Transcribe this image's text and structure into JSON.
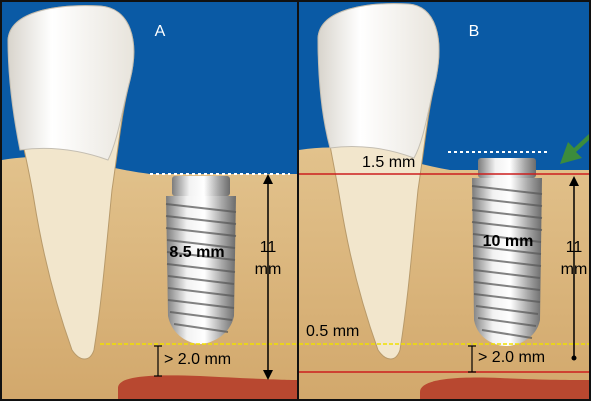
{
  "panels": [
    {
      "letter": "A",
      "implant_length": "8.5 mm",
      "bone_height_top": "11",
      "bone_height_bottom": "mm",
      "clearance": "> 2.0 mm"
    },
    {
      "letter": "B",
      "implant_length": "10 mm",
      "bone_height_top": "11",
      "bone_height_bottom": "mm",
      "clearance": "> 2.0 mm",
      "crest_offset": "1.5 mm",
      "apical_offset": "0.5 mm"
    }
  ],
  "colors": {
    "background_blue": "#0a5aa5",
    "bone": "#dcb87e",
    "tooth_enamel": "#f8f6f2",
    "root": "#f2e6cc",
    "nerve_canal": "#b84830",
    "reference_red": "#cc1e1e",
    "reference_yellow": "#f0e000",
    "arrow_green": "#3c8c3c",
    "implant_metal": "#c8c8c8",
    "frame": "#111111"
  },
  "icons": [
    "implant-icon",
    "tooth-icon",
    "green-arrow-icon"
  ]
}
